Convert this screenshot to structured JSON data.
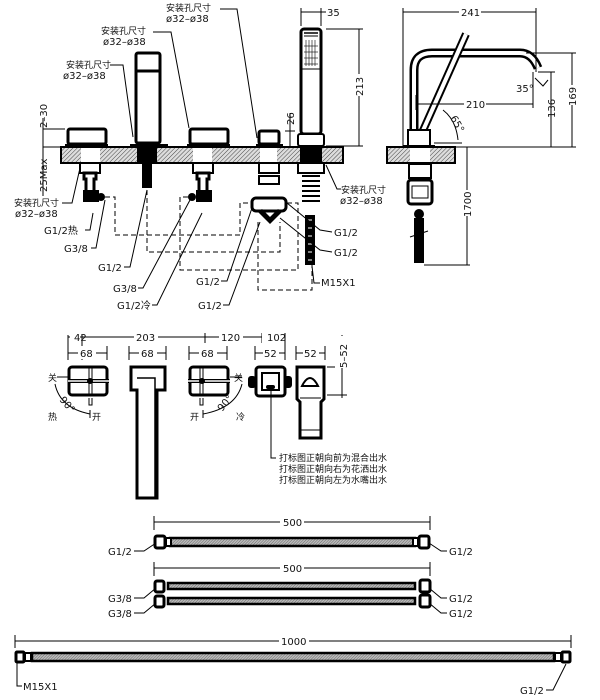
{
  "title": "Deck-mounted 4-hole bath/shower mixer installation drawing",
  "front_view": {
    "hole_labels": [
      {
        "line1": "安装孔尺寸",
        "line2": "ø32–ø38"
      },
      {
        "line1": "安装孔尺寸",
        "line2": "ø32–ø38"
      },
      {
        "line1": "安装孔尺寸",
        "line2": "ø32–ø38"
      },
      {
        "line1": "安装孔尺寸",
        "line2": "ø32–ø38"
      },
      {
        "line1": "安装孔尺寸",
        "line2": "ø32–ø38"
      }
    ],
    "dims": {
      "handle_height": "2–30",
      "deck_thickness": "25Max",
      "diverter_height": "26",
      "handshower_width": "35",
      "handshower_height": "213"
    },
    "connections": {
      "hot_inlet": "G1/2热",
      "hot_outlet": "G3/8",
      "spout_thread": "G1/2",
      "cold_outlet": "G3/8",
      "cold_inlet": "G1/2冷",
      "diverter_in_1": "G1/2",
      "diverter_in_2": "G1/2",
      "diverter_out_1": "G1/2",
      "diverter_out_2": "G1/2",
      "handshower_thread": "M15X1"
    }
  },
  "side_view": {
    "dims": {
      "overall_length": "241",
      "spout_reach": "210",
      "spout_angle": "35°",
      "handshower_angle": "65°",
      "spout_outlet_height": "136",
      "spout_top_height": "169",
      "hose_length": "1700"
    }
  },
  "top_view": {
    "spacing": [
      "42",
      "203",
      "120",
      "102"
    ],
    "widths": [
      "68",
      "68",
      "68",
      "52",
      "52"
    ],
    "diverter_offset": "5–52",
    "hot_handle": {
      "closed": "关",
      "open": "开",
      "side": "热",
      "angle": "90°"
    },
    "cold_handle": {
      "closed": "关",
      "open": "开",
      "side": "冷",
      "angle": "90°"
    },
    "diverter_notes": [
      "打标图正朝向前为混合出水",
      "打标图正朝向右为花洒出水",
      "打标图正朝向左为水嘴出水"
    ]
  },
  "hoses": [
    {
      "length": "500",
      "left": "G1/2",
      "right": "G1/2"
    },
    {
      "length": "500",
      "left": "G3/8",
      "right": "G1/2"
    },
    {
      "length": "",
      "left": "G3/8",
      "right": "G1/2"
    },
    {
      "length": "1000",
      "left": "M15X1",
      "right": "G1/2"
    }
  ]
}
